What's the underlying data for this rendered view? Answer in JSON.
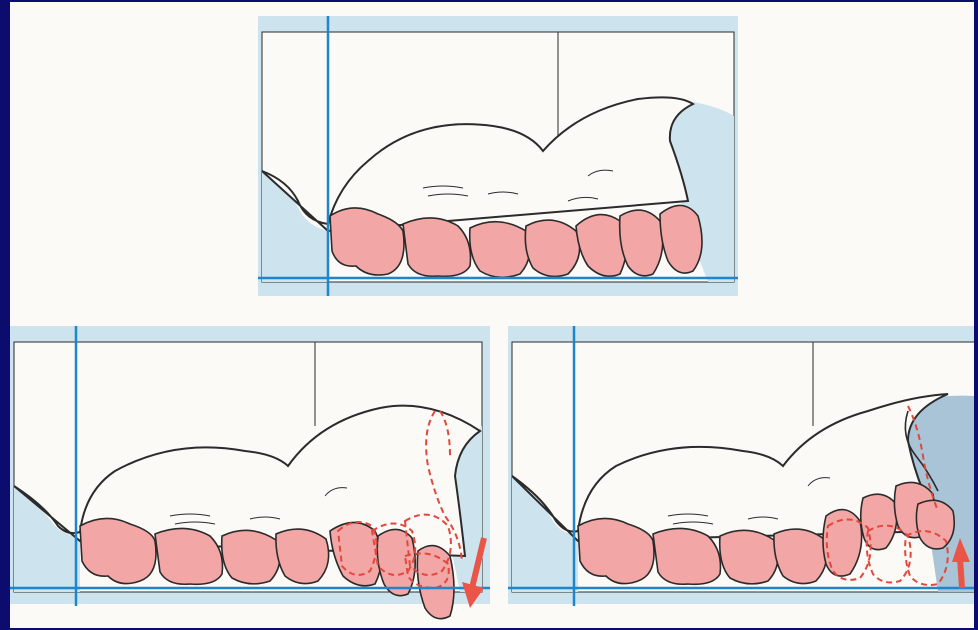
{
  "figure": {
    "panels": [
      {
        "id": "top",
        "variant": "reference"
      },
      {
        "id": "bottom-left",
        "variant": "extruded",
        "arrow_direction": "down"
      },
      {
        "id": "bottom-right",
        "variant": "tilted",
        "arrow_direction": "up"
      }
    ]
  },
  "colors": {
    "frame_background": "#0c0c6e",
    "page": "#fbfaf7",
    "mucosa_blue": "#cde3ee",
    "guideline_blue": "#1f86cc",
    "tooth_pink": "#f3a6a6",
    "outline": "#2b2b2b",
    "dashed_red": "#e0483c",
    "arrow_red": "#ea5547",
    "shaded_blue": "#a9c4d6"
  }
}
